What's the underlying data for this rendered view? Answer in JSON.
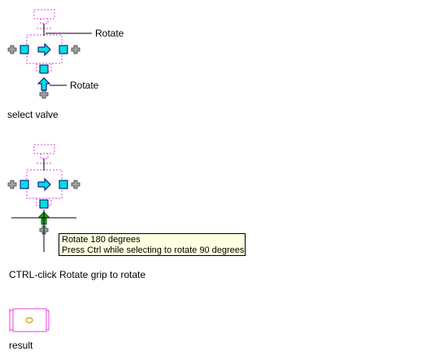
{
  "step1": {
    "callout_upper": "Rotate",
    "callout_lower": "Rotate",
    "caption": "select valve"
  },
  "step2": {
    "tooltip_line1": "Rotate 180 degrees",
    "tooltip_line2": "Press Ctrl while selecting to rotate 90 degrees",
    "caption": "CTRL-click Rotate grip to rotate"
  },
  "step3": {
    "caption": "result"
  },
  "colors": {
    "valve_outline": "#e040e0",
    "grip_fill": "#00e0e0",
    "grip_outline": "#000080",
    "active_grip": "#20a020",
    "plus_grip": "#a0a0a0",
    "tooltip_bg": "#ffffe1",
    "result_symbol": "#c8a000"
  },
  "icons": [
    "square-grip-icon",
    "rotate-arrow-icon",
    "plus-grip-icon",
    "crosshair-cursor-icon",
    "valve-symbol-icon"
  ]
}
